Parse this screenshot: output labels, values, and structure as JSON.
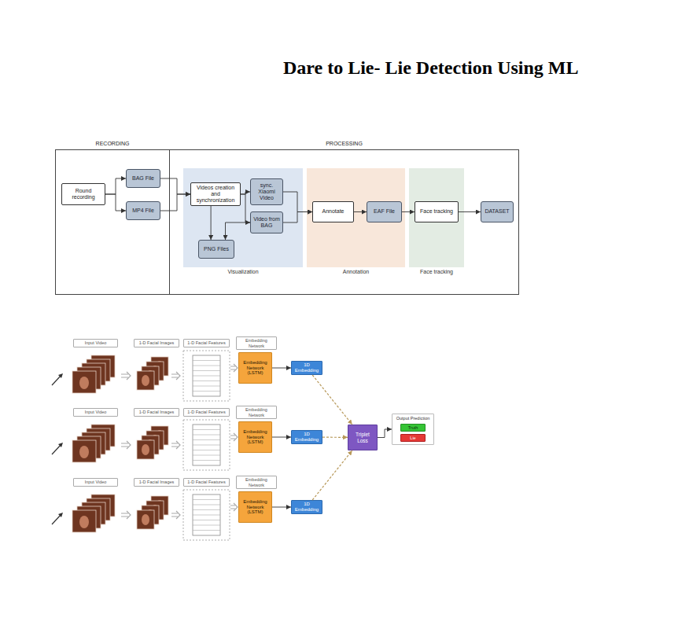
{
  "diagram": {
    "title": "Dare to Lie- Lie Detection Using ML",
    "nodes": [
      {
        "text": [
          "RECORDING"
        ]
      },
      {
        "text": [
          "Round recording"
        ],
        "in": 0
      },
      {
        "text": [
          "BAG File"
        ],
        "in": 0
      },
      {
        "text": [
          "MP4 File"
        ],
        "in": 0
      },
      {
        "text": [
          "PROCESSING"
        ]
      },
      {
        "text": [
          "Visualization"
        ],
        "in": 4
      },
      {
        "text": [
          "Videos creation and synchronization"
        ],
        "in": 5
      },
      {
        "text": [
          "sync. Xiaomi Video"
        ],
        "in": 5
      },
      {
        "text": [
          "Video from BAG"
        ],
        "in": 5
      },
      {
        "text": [
          "PNG Files"
        ],
        "in": 5
      },
      {
        "text": [
          "Annotation"
        ],
        "in": 4
      },
      {
        "text": [
          "Annotate"
        ],
        "in": 10
      },
      {
        "text": [
          "EAF File"
        ],
        "in": 10
      },
      {
        "text": [
          "Face tracking"
        ],
        "in": 4
      },
      {
        "text": [
          "Face tracking"
        ],
        "in": 13
      },
      {
        "text": [
          "DATASET"
        ],
        "in": 4
      },
      {
        "text": [
          "Input Video"
        ]
      },
      {
        "text": [
          "1-D Facial Images"
        ]
      },
      {
        "text": [
          "1-D Facial Features"
        ]
      },
      {
        "text": [
          "Embedding Network"
        ]
      },
      {
        "text": [
          "Embedding Network (LSTM)"
        ]
      },
      {
        "text": [
          "1D Embedding"
        ]
      },
      {
        "text": [
          "Input Video"
        ]
      },
      {
        "text": [
          "1-D Facial Images"
        ]
      },
      {
        "text": [
          "1-D Facial Features"
        ]
      },
      {
        "text": [
          "Embedding Network"
        ]
      },
      {
        "text": [
          "Embedding Network (LSTM)"
        ]
      },
      {
        "text": [
          "1D Embedding"
        ]
      },
      {
        "text": [
          "Input Video"
        ]
      },
      {
        "text": [
          "1-D Facial Images"
        ]
      },
      {
        "text": [
          "1-D Facial Features"
        ]
      },
      {
        "text": [
          "Embedding Network"
        ]
      },
      {
        "text": [
          "Embedding Network (LSTM)"
        ]
      },
      {
        "text": [
          "1D Embedding"
        ]
      },
      {
        "text": [
          "Triplet Loss"
        ]
      },
      {
        "text": [
          "Output Prediction"
        ]
      },
      {
        "text": [
          "Truth"
        ],
        "in": 35
      },
      {
        "text": [
          "Lie"
        ],
        "in": 35
      }
    ],
    "edges": [
      {
        "from": 1,
        "to": 2,
        "arrow": "to"
      },
      {
        "from": 1,
        "to": 3,
        "arrow": "to"
      },
      {
        "from": 2,
        "to": 6,
        "arrow": "to"
      },
      {
        "from": 3,
        "to": 6,
        "arrow": "to"
      },
      {
        "from": 6,
        "to": 7,
        "arrow": "to"
      },
      {
        "from": 6,
        "to": 8,
        "arrow": "to"
      },
      {
        "from": 6,
        "to": 9,
        "arrow": "to"
      },
      {
        "from": 8,
        "to": 9,
        "arrow": "to"
      },
      {
        "from": 7,
        "to": 11,
        "arrow": "to"
      },
      {
        "from": 8,
        "to": 11,
        "arrow": "to"
      },
      {
        "from": 11,
        "to": 12,
        "arrow": "to"
      },
      {
        "from": 12,
        "to": 14,
        "arrow": "to"
      },
      {
        "from": 14,
        "to": 15,
        "arrow": "to"
      },
      {
        "from": 20,
        "to": 21,
        "arrow": "to"
      },
      {
        "from": 26,
        "to": 27,
        "arrow": "to"
      },
      {
        "from": 32,
        "to": 33,
        "arrow": "to"
      },
      {
        "from": 21,
        "to": 34,
        "arrow": "to"
      },
      {
        "from": 27,
        "to": 34,
        "arrow": "to"
      },
      {
        "from": 33,
        "to": 34,
        "arrow": "to"
      },
      {
        "from": 34,
        "to": 35,
        "arrow": "to"
      }
    ]
  }
}
